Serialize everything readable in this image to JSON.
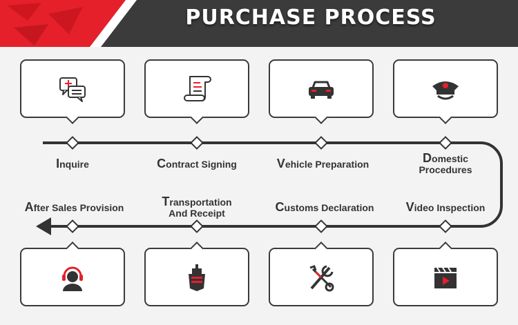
{
  "title": "PURCHASE PROCESS",
  "colors": {
    "accent": "#e5202a",
    "dark": "#3a3a3a",
    "banner": "#3b3b3b",
    "background": "#f3f3f3"
  },
  "steps_top": [
    {
      "icon": "chat-bubbles-icon",
      "initial": "I",
      "label": "nquire"
    },
    {
      "icon": "contract-scroll-icon",
      "initial": "C",
      "label": "ontract Signing"
    },
    {
      "icon": "car-icon",
      "initial": "V",
      "label": "ehicle Preparation"
    },
    {
      "icon": "police-cap-icon",
      "initial": "D",
      "label": "omestic",
      "label2": "Procedures"
    }
  ],
  "steps_bottom": [
    {
      "icon": "customer-service-icon",
      "initial": "A",
      "label": "fter Sales Provision"
    },
    {
      "icon": "ship-icon",
      "initial": "T",
      "label": "ransportation",
      "label2": "And Receipt"
    },
    {
      "icon": "customs-tools-icon",
      "initial": "C",
      "label": "ustoms Declaration"
    },
    {
      "icon": "video-clapper-icon",
      "initial": "V",
      "label": "ideo Inspection"
    }
  ]
}
